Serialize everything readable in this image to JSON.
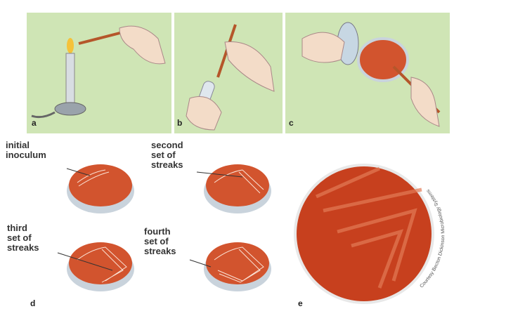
{
  "panels": {
    "a": "a",
    "b": "b",
    "c": "c",
    "d": "d",
    "e": "e"
  },
  "labels": {
    "initial": [
      "initial",
      "inoculum"
    ],
    "second": [
      "second",
      "set of",
      "streaks"
    ],
    "third": [
      "third",
      "set of",
      "streaks"
    ],
    "fourth": [
      "fourth",
      "set of",
      "streaks"
    ]
  },
  "credit": "Courtesy Becton Dickinson Microbiology Systems",
  "colors": {
    "panel": "#cfe5b5",
    "agar": "#d2542e",
    "dish": "#c9d3dc"
  }
}
